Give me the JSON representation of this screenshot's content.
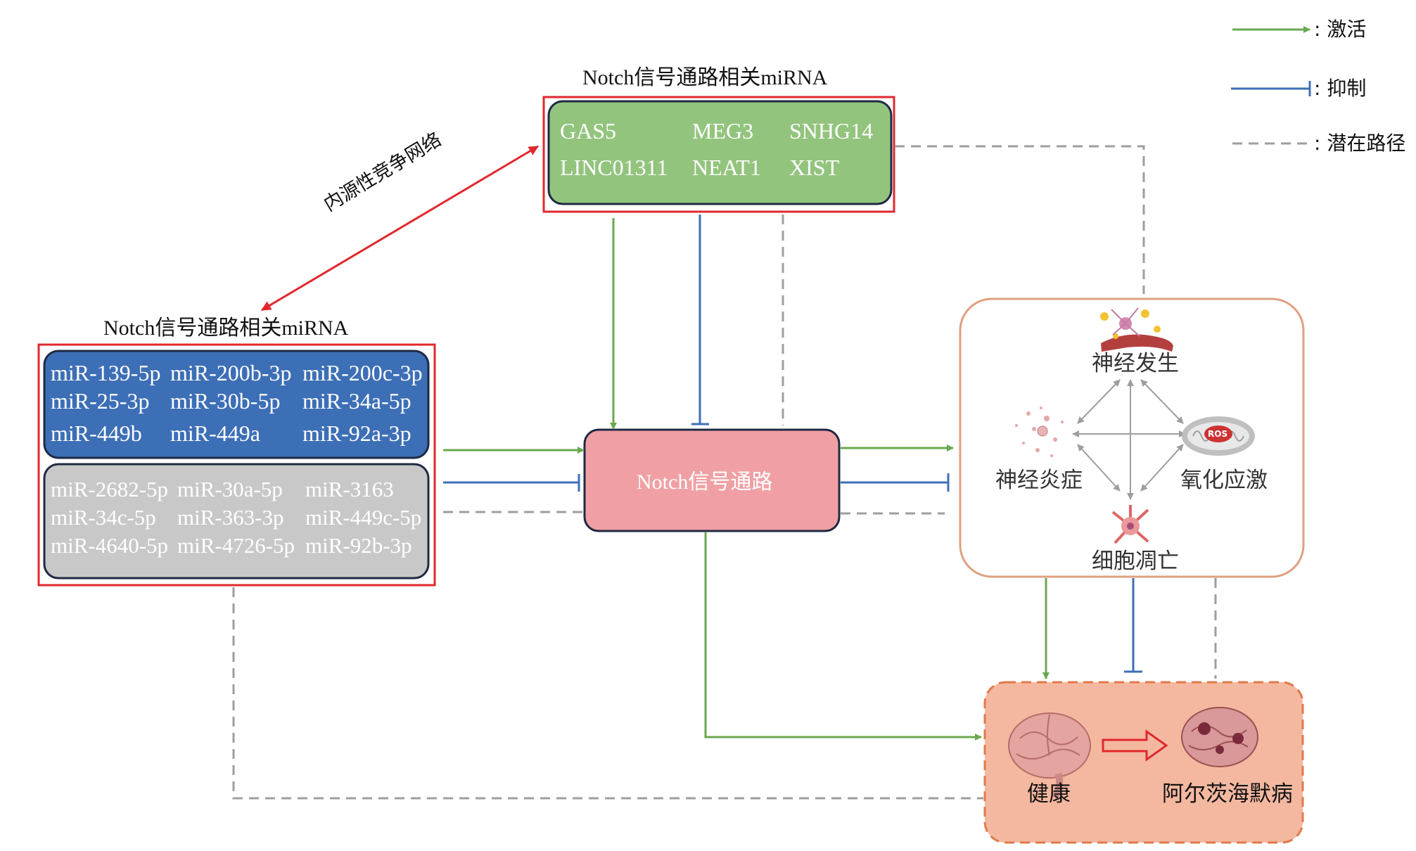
{
  "legend": {
    "activate": ": 激活",
    "inhibit": ": 抑制",
    "potential": ": 潜在路径"
  },
  "lnc_box": {
    "title": "Notch信号通路相关miRNA",
    "genes": [
      "GAS5",
      "MEG3",
      "SNHG14",
      "LINC01311",
      "NEAT1",
      "XIST"
    ]
  },
  "ce_network_label": "内源性竞争网络",
  "mirna_box": {
    "title": "Notch信号通路相关miRNA",
    "blue_genes": [
      "miR-139-5p",
      "miR-200b-3p",
      "miR-200c-3p",
      "miR-25-3p",
      "miR-30b-5p",
      "miR-34a-5p",
      "miR-449b",
      "miR-449a",
      "miR-92a-3p"
    ],
    "gray_genes": [
      "miR-2682-5p",
      "miR-30a-5p",
      "miR-3163",
      "miR-34c-5p",
      "miR-363-3p",
      "miR-449c-5p",
      "miR-4640-5p",
      "miR-4726-5p",
      "miR-92b-3p"
    ]
  },
  "notch_label": "Notch信号通路",
  "processes": {
    "neurogenesis": "神经发生",
    "inflammation": "神经炎症",
    "oxidative": "氧化应激",
    "apoptosis": "细胞凋亡",
    "ros": "ROS"
  },
  "outcome": {
    "healthy": "健康",
    "ad": "阿尔茨海默病"
  },
  "colors": {
    "activate": "#6aa84f",
    "inhibit": "#3d6fb6",
    "potential": "#9e9e9e",
    "red_frame": "#e0282e",
    "lnc_fill": "#93c47d",
    "blue_fill": "#3d6fb6",
    "gray_fill": "#c8c8c8",
    "notch_fill": "#f0a0a4",
    "process_border": "#e0a080",
    "outcome_fill": "#f4b8a0",
    "outcome_border": "#e07a4a"
  }
}
